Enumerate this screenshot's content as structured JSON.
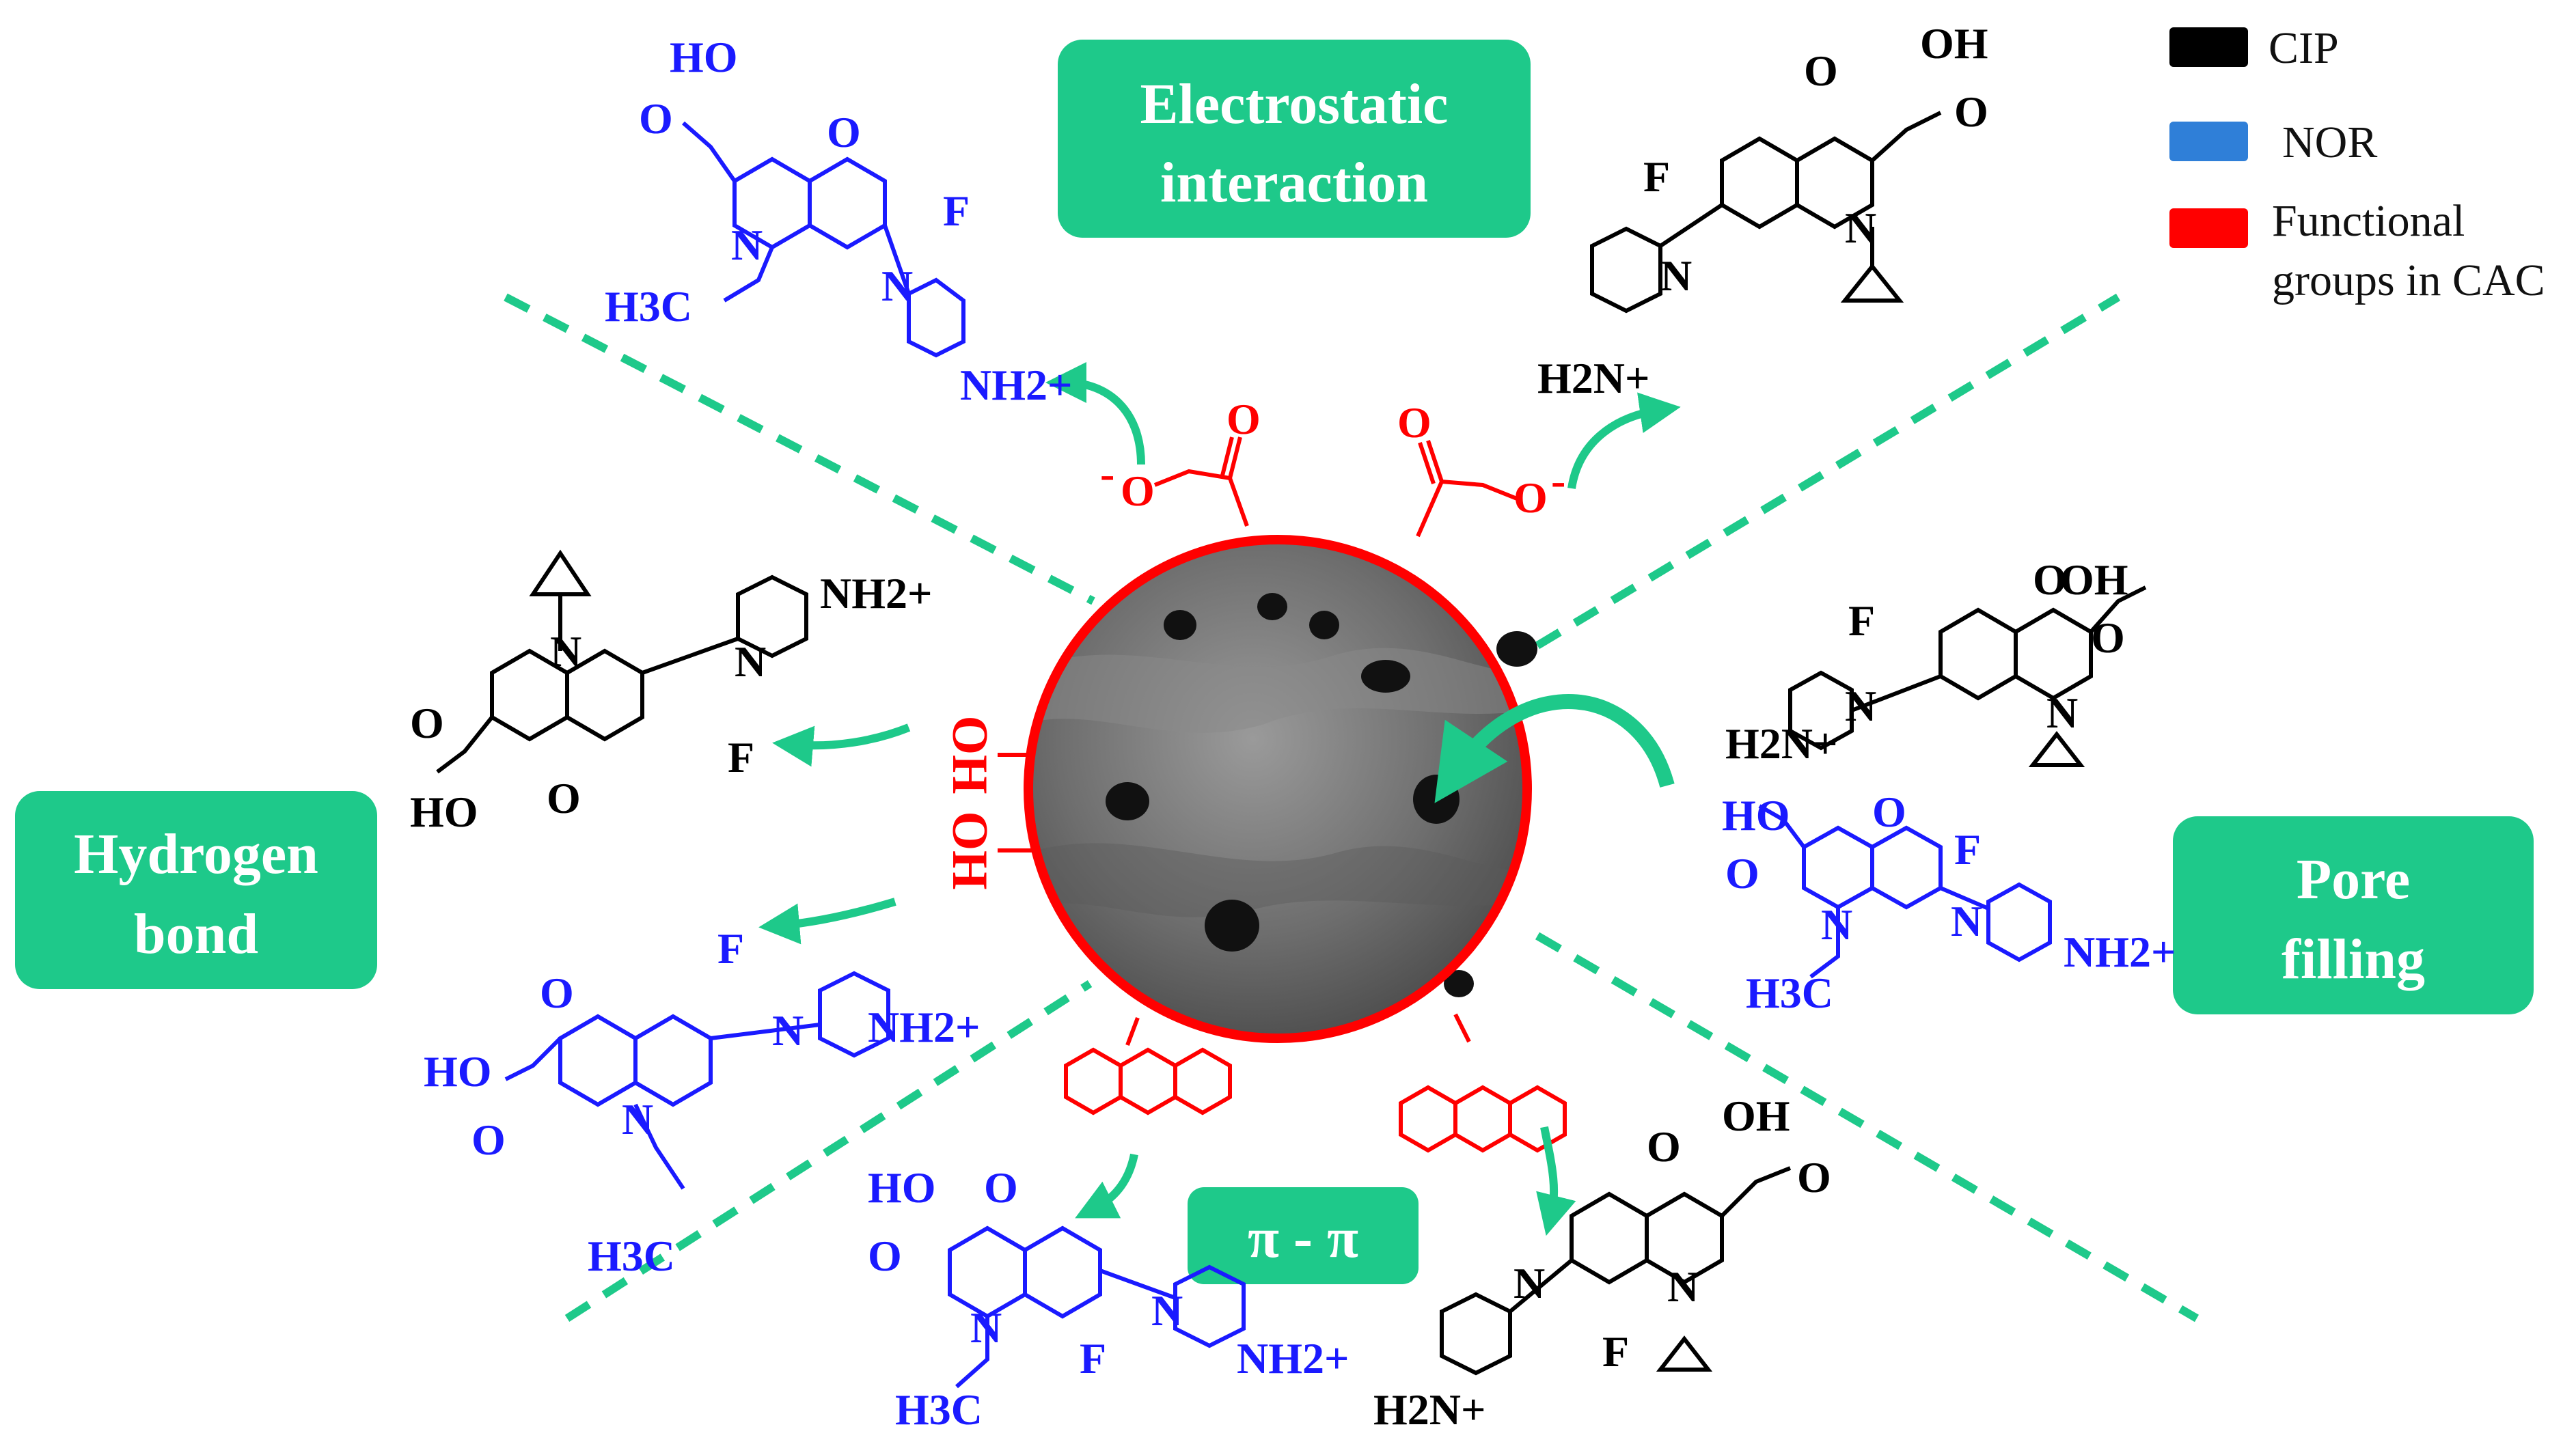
{
  "mechanisms": {
    "electrostatic": [
      "Electrostatic",
      "interaction"
    ],
    "hydrogen": [
      "Hydrogen",
      "bond"
    ],
    "pore": [
      "Pore",
      "filling"
    ],
    "pipi": "π - π"
  },
  "legend": [
    {
      "label": "CIP",
      "color": "#000000"
    },
    {
      "label": "NOR",
      "color": "#2f7fd8"
    },
    {
      "label": "Functional",
      "label2": "groups in CAC",
      "color": "#ff0000"
    }
  ],
  "functional_groups": {
    "hydroxyl": "OH",
    "oxygen": "O",
    "charge": "-"
  },
  "atoms": {
    "oh": "OH",
    "ho": "HO",
    "o": "O",
    "f": "F",
    "n": "N",
    "h3c": "H3C",
    "nh2": "NH2+",
    "h2n": "H2N+"
  },
  "colors": {
    "accent": "#1ec98a",
    "cip": "#000000",
    "nor": "#1a1aff",
    "functional": "#ff0000",
    "dash": "#1ec98a"
  }
}
